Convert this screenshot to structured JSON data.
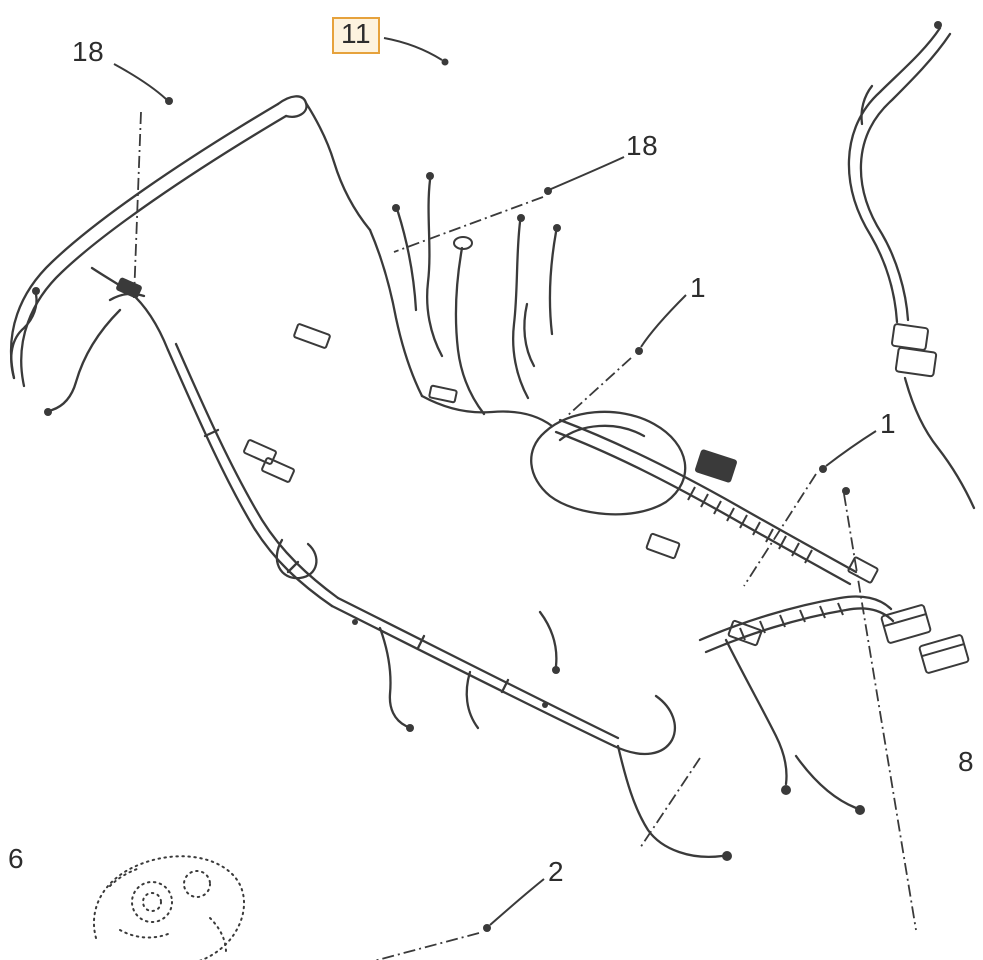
{
  "colors": {
    "line": "#3a3a3a",
    "highlight_border": "#e6a23c",
    "highlight_fill": "#fdf3df",
    "background": "#ffffff"
  },
  "callouts": [
    {
      "label": "18",
      "highlighted": false,
      "position": "upper-left"
    },
    {
      "label": "11",
      "highlighted": true,
      "position": "top-center"
    },
    {
      "label": "18",
      "highlighted": false,
      "position": "upper-middle"
    },
    {
      "label": "1",
      "highlighted": false,
      "position": "middle"
    },
    {
      "label": "1",
      "highlighted": false,
      "position": "middle-right"
    },
    {
      "label": "8",
      "highlighted": false,
      "position": "right-edge"
    },
    {
      "label": "6",
      "highlighted": false,
      "position": "lower-left"
    },
    {
      "label": "2",
      "highlighted": false,
      "position": "bottom-center"
    }
  ]
}
